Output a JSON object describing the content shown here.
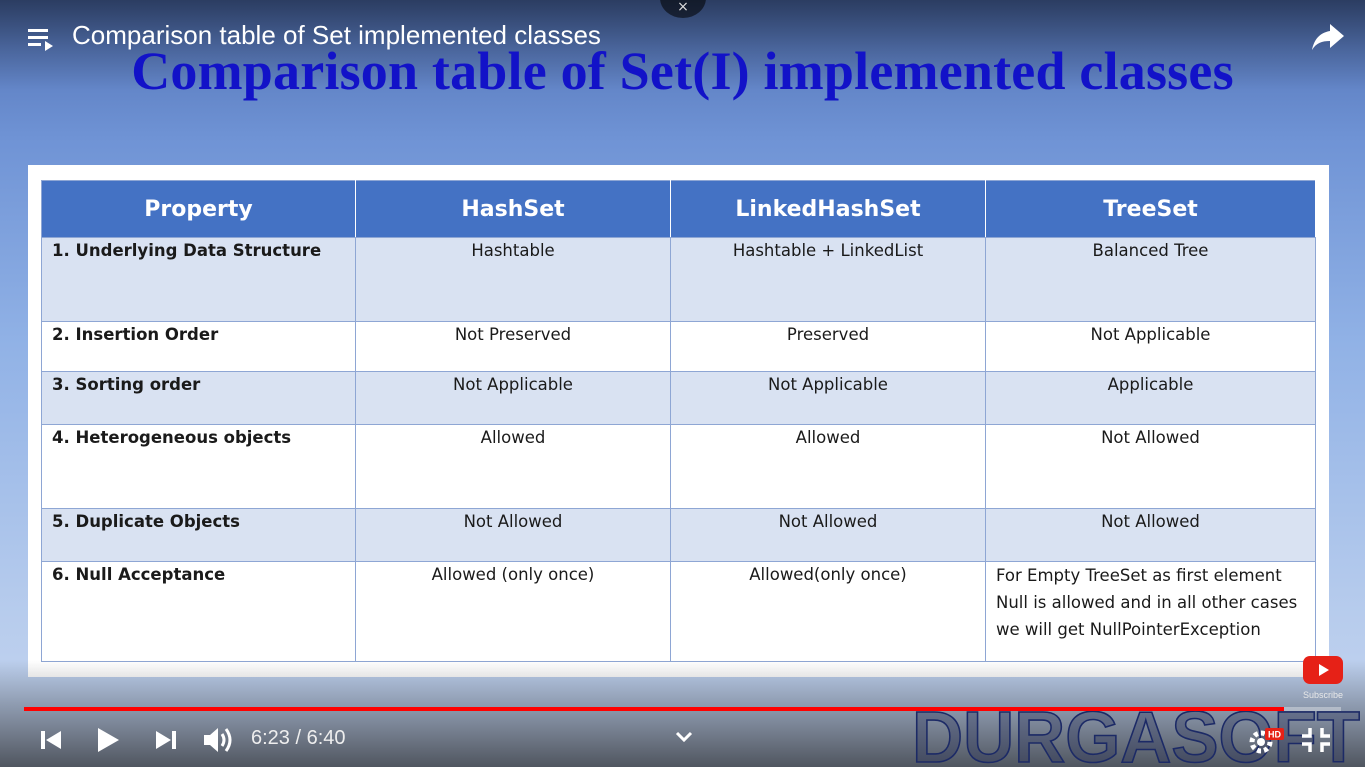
{
  "player": {
    "video_title": "Comparison table of Set implemented classes",
    "close_glyph": "×",
    "current_time": "6:23",
    "time_separator": "/",
    "duration": "6:40",
    "progress_fraction": 0.957,
    "hd_badge": "HD",
    "subscribe_label": "Subscribe",
    "watermark_text": "DURGASOFT",
    "accent_color": "#ff0000",
    "icons": [
      "playlist-icon",
      "share-icon",
      "previous-icon",
      "play-icon",
      "next-icon",
      "volume-icon",
      "chevron-down-icon",
      "settings-icon",
      "exit-fullscreen-icon",
      "youtube-logo-icon"
    ]
  },
  "slide": {
    "heading": "Comparison table of Set(I) implemented classes",
    "heading_color": "#1212c8",
    "table": {
      "headers": [
        "Property",
        "HashSet",
        "LinkedHashSet",
        "TreeSet"
      ],
      "rows": [
        {
          "property": "1. Underlying Data Structure",
          "hashset": "Hashtable",
          "linkedhashset": "Hashtable + LinkedList",
          "treeset": "Balanced Tree"
        },
        {
          "property": "2. Insertion Order",
          "hashset": "Not Preserved",
          "linkedhashset": "Preserved",
          "treeset": "Not Applicable"
        },
        {
          "property": "3. Sorting order",
          "hashset": "Not Applicable",
          "linkedhashset": "Not Applicable",
          "treeset": "Applicable"
        },
        {
          "property": "4. Heterogeneous objects",
          "hashset": "Allowed",
          "linkedhashset": "Allowed",
          "treeset": "Not Allowed"
        },
        {
          "property": "5. Duplicate Objects",
          "hashset": "Not Allowed",
          "linkedhashset": "Not Allowed",
          "treeset": "Not Allowed"
        },
        {
          "property": "6. Null Acceptance",
          "hashset": "Allowed (only once)",
          "linkedhashset": "Allowed(only once)",
          "treeset_lines": [
            "For Empty TreeSet as first element",
            "Null is allowed and in all other cases",
            "we will get NullPointerException"
          ]
        }
      ]
    }
  }
}
